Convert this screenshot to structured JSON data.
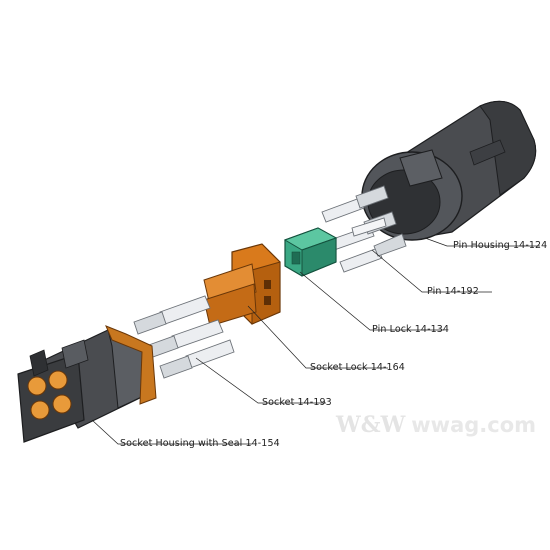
{
  "labels": {
    "pin_housing": "Pin Housing 14-124",
    "pin": "Pin 14-192",
    "pin_lock": "Pin Lock 14-134",
    "socket_lock": "Socket Lock 14-164",
    "socket": "Socket 14-193",
    "socket_housing": "Socket Housing with Seal 14-154"
  },
  "watermark": {
    "badge": "W&W",
    "site": "wwag.com"
  },
  "colors": {
    "housing": "#4a4c50",
    "housing_light": "#6b6e73",
    "housing_dark": "#2e3033",
    "seal": "#c8771f",
    "seal_light": "#e89a3a",
    "lock_orange": "#d97a1c",
    "pin_lock_green": "#3aa884",
    "metal": "#e9ebee",
    "metal_shade": "#b9bec4"
  }
}
